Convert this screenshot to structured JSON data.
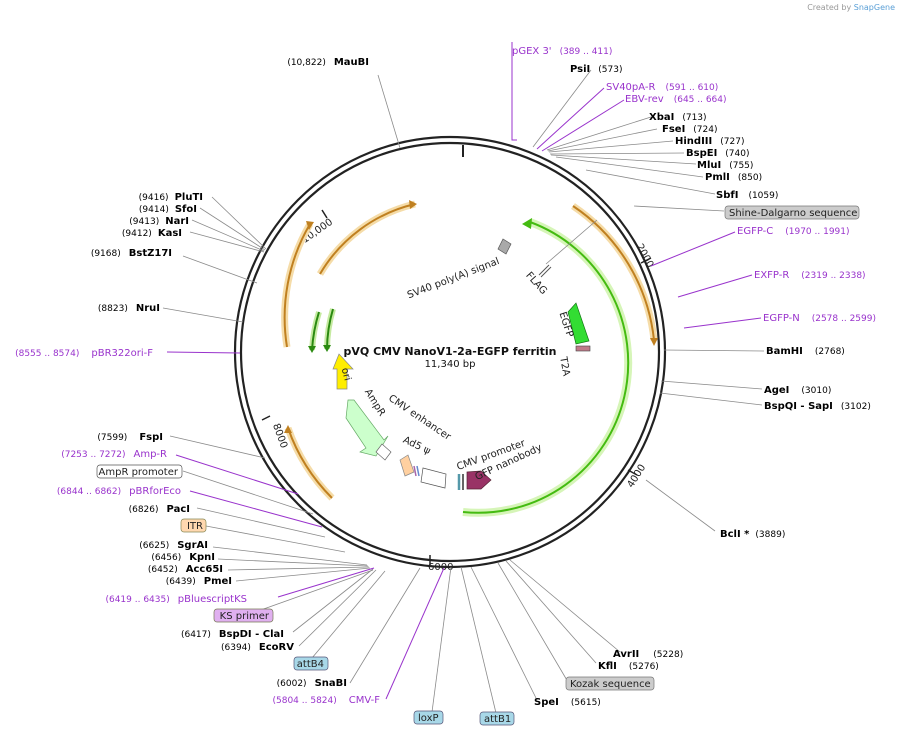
{
  "credit": {
    "prefix": "Created by",
    "brand": "SnapGene"
  },
  "plasmid": {
    "name": "pVQ CMV NanoV1-2a-EGFP ferritin",
    "size": "11,340 bp"
  },
  "ruler": [
    "2000",
    "4000",
    "6000",
    "8000",
    "10,000"
  ],
  "features": [
    {
      "label": "SV40 poly(A) signal",
      "color": "#a9a9a9"
    },
    {
      "label": "FLAG",
      "color": "#a9a9a9"
    },
    {
      "label": "EGFP",
      "color": "#33dd33"
    },
    {
      "label": "T2A",
      "color": "#c07a8a"
    },
    {
      "label": "ori",
      "color": "#ffee00"
    },
    {
      "label": "AmpR",
      "color": "#ccffcc"
    },
    {
      "label": "CMV enhancer",
      "color": "#ffffff"
    },
    {
      "label": "Ad5 ψ",
      "color": "#ffd0a0"
    },
    {
      "label": "CMV promoter",
      "color": "#ffffff"
    },
    {
      "label": "GFP nanobody",
      "color": "#993366"
    }
  ],
  "right_labels": [
    {
      "name": "pGEX 3'",
      "pos": "(389 .. 411)",
      "kind": "primer"
    },
    {
      "name": "PsiI",
      "pos": "(573)",
      "kind": "enzyme"
    },
    {
      "name": "SV40pA-R",
      "pos": "(591 .. 610)",
      "kind": "primer"
    },
    {
      "name": "EBV-rev",
      "pos": "(645 .. 664)",
      "kind": "primer"
    },
    {
      "name": "XbaI",
      "pos": "(713)",
      "kind": "enzyme"
    },
    {
      "name": "FseI",
      "pos": "(724)",
      "kind": "enzyme"
    },
    {
      "name": "HindIII",
      "pos": "(727)",
      "kind": "enzyme"
    },
    {
      "name": "BspEI",
      "pos": "(740)",
      "kind": "enzyme"
    },
    {
      "name": "MluI",
      "pos": "(755)",
      "kind": "enzyme"
    },
    {
      "name": "PmlI",
      "pos": "(850)",
      "kind": "enzyme"
    },
    {
      "name": "SbfI",
      "pos": "(1059)",
      "kind": "enzyme"
    },
    {
      "name": "Shine-Dalgarno sequence",
      "pos": "",
      "kind": "box-grey"
    },
    {
      "name": "EGFP-C",
      "pos": "(1970 .. 1991)",
      "kind": "primer"
    },
    {
      "name": "EXFP-R",
      "pos": "(2319 .. 2338)",
      "kind": "primer"
    },
    {
      "name": "EGFP-N",
      "pos": "(2578 .. 2599)",
      "kind": "primer"
    },
    {
      "name": "BamHI",
      "pos": "(2768)",
      "kind": "enzyme"
    },
    {
      "name": "AgeI",
      "pos": "(3010)",
      "kind": "enzyme"
    },
    {
      "name": "BspQI - SapI",
      "pos": "(3102)",
      "kind": "enzyme"
    },
    {
      "name": "BclI *",
      "pos": "(3889)",
      "kind": "enzyme"
    },
    {
      "name": "AvrII",
      "pos": "(5228)",
      "kind": "enzyme"
    },
    {
      "name": "KflI",
      "pos": "(5276)",
      "kind": "enzyme"
    },
    {
      "name": "Kozak sequence",
      "pos": "",
      "kind": "box-grey"
    },
    {
      "name": "SpeI",
      "pos": "(5615)",
      "kind": "enzyme"
    },
    {
      "name": "attB1",
      "pos": "",
      "kind": "box-blue"
    },
    {
      "name": "loxP",
      "pos": "",
      "kind": "box-blue"
    }
  ],
  "left_labels": [
    {
      "name": "MauBI",
      "pos": "(10,822)",
      "kind": "enzyme"
    },
    {
      "name": "PluTI",
      "pos": "(9416)",
      "kind": "enzyme"
    },
    {
      "name": "SfoI",
      "pos": "(9414)",
      "kind": "enzyme"
    },
    {
      "name": "NarI",
      "pos": "(9413)",
      "kind": "enzyme"
    },
    {
      "name": "KasI",
      "pos": "(9412)",
      "kind": "enzyme"
    },
    {
      "name": "BstZ17I",
      "pos": "(9168)",
      "kind": "enzyme"
    },
    {
      "name": "NruI",
      "pos": "(8823)",
      "kind": "enzyme"
    },
    {
      "name": "pBR322ori-F",
      "pos": "(8555 .. 8574)",
      "kind": "primer"
    },
    {
      "name": "FspI",
      "pos": "(7599)",
      "kind": "enzyme"
    },
    {
      "name": "Amp-R",
      "pos": "(7253 .. 7272)",
      "kind": "primer"
    },
    {
      "name": "AmpR promoter",
      "pos": "",
      "kind": "box-white"
    },
    {
      "name": "pBRforEco",
      "pos": "(6844 .. 6862)",
      "kind": "primer"
    },
    {
      "name": "PacI",
      "pos": "(6826)",
      "kind": "enzyme"
    },
    {
      "name": "ITR",
      "pos": "",
      "kind": "box-orange"
    },
    {
      "name": "SgrAI",
      "pos": "(6625)",
      "kind": "enzyme"
    },
    {
      "name": "KpnI",
      "pos": "(6456)",
      "kind": "enzyme"
    },
    {
      "name": "Acc65I",
      "pos": "(6452)",
      "kind": "enzyme"
    },
    {
      "name": "PmeI",
      "pos": "(6439)",
      "kind": "enzyme"
    },
    {
      "name": "pBluescriptKS",
      "pos": "(6419 .. 6435)",
      "kind": "primer"
    },
    {
      "name": "KS primer",
      "pos": "",
      "kind": "box-purple"
    },
    {
      "name": "BspDI - ClaI",
      "pos": "(6417)",
      "kind": "enzyme"
    },
    {
      "name": "EcoRV",
      "pos": "(6394)",
      "kind": "enzyme"
    },
    {
      "name": "attB4",
      "pos": "",
      "kind": "box-blue"
    },
    {
      "name": "SnaBI",
      "pos": "(6002)",
      "kind": "enzyme"
    },
    {
      "name": "CMV-F",
      "pos": "(5804 .. 5824)",
      "kind": "primer"
    }
  ],
  "colors": {
    "primer": "#9933cc",
    "enzyme": "#000000",
    "backbone": "#222222",
    "orf": "#e8a838",
    "orf_glow": "#f5dca8",
    "green_arc": "#44bb11"
  }
}
